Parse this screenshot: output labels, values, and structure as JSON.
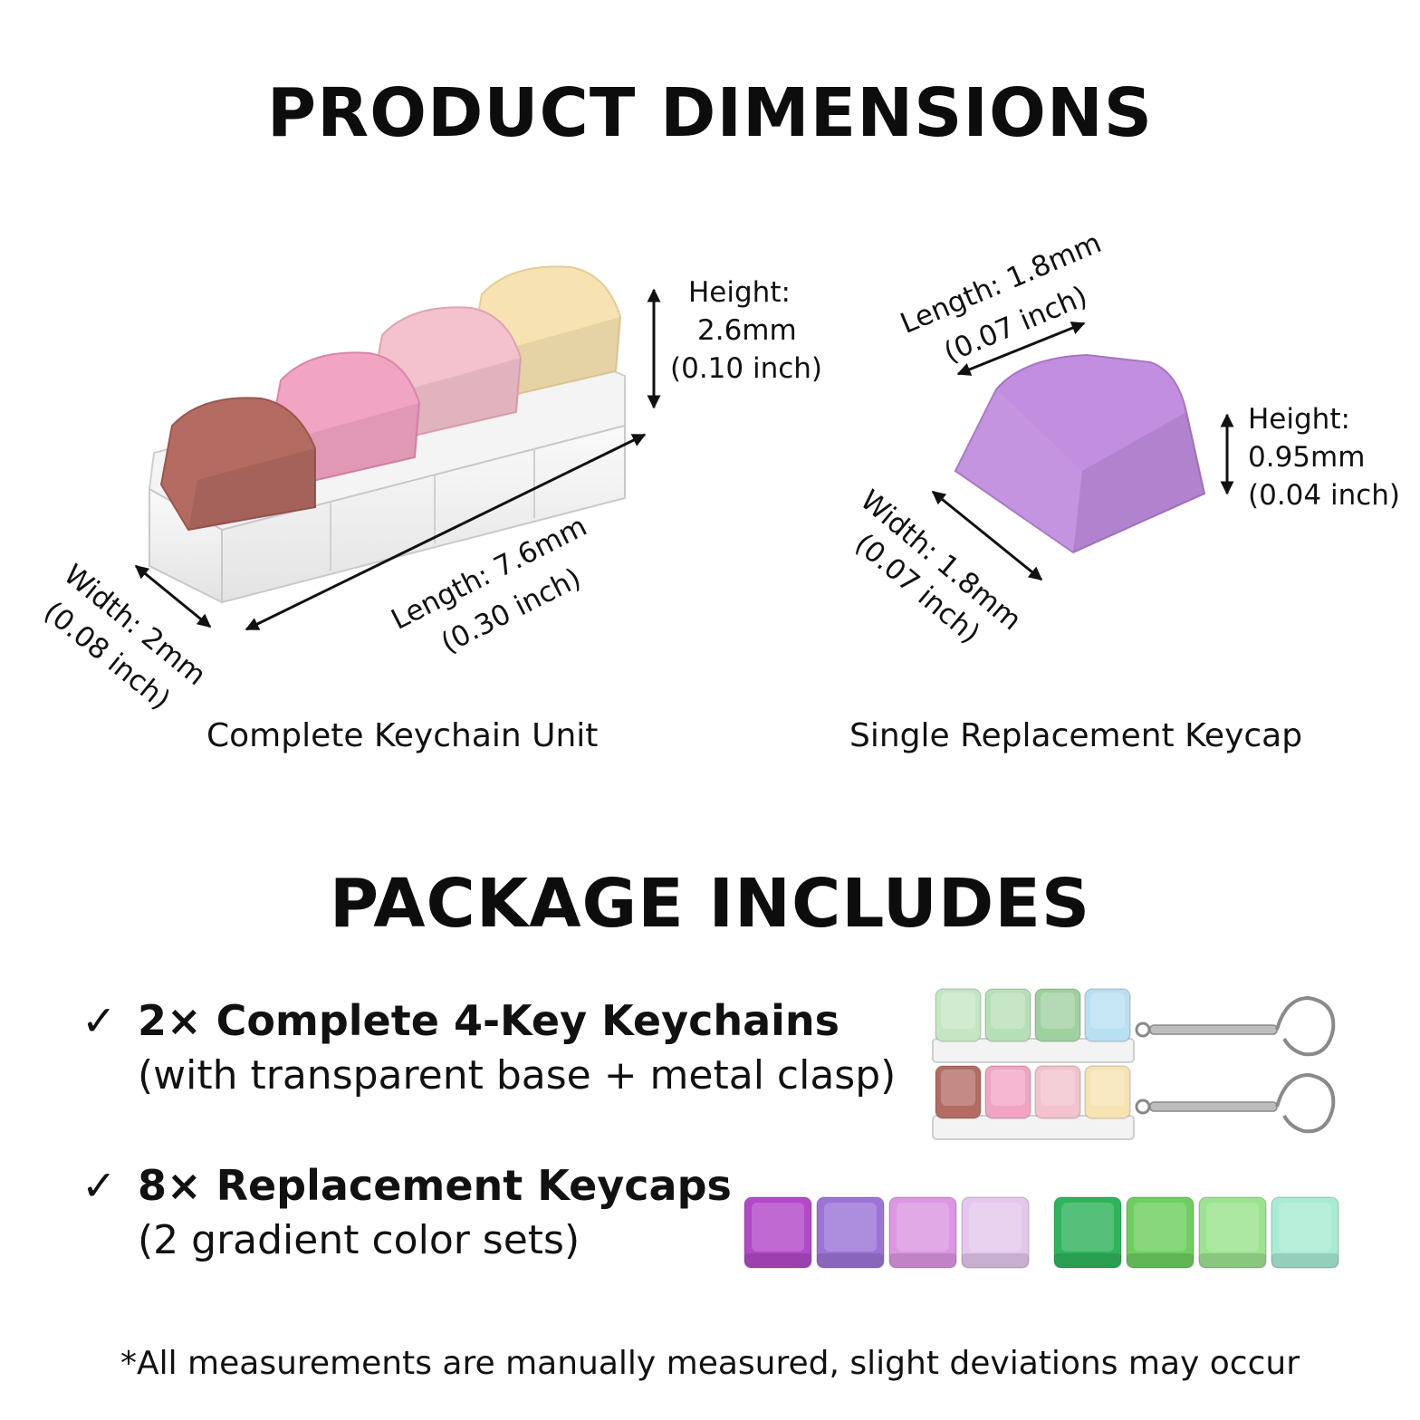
{
  "dimensions": {
    "title": "PRODUCT DIMENSIONS",
    "keychain": {
      "height_label": "Height:",
      "height_mm": "2.6mm",
      "height_inch": "(0.10 inch)",
      "length_mm": "Length: 7.6mm",
      "length_inch": "(0.30 inch)",
      "width_mm": "Width: 2mm",
      "width_inch": "(0.08 inch)",
      "caption": "Complete Keychain Unit",
      "key_colors": [
        "#b46b62",
        "#f2a4c3",
        "#f3c2cc",
        "#f7e3b2"
      ]
    },
    "keycap": {
      "length_mm": "Length: 1.8mm",
      "length_inch": "(0.07 inch)",
      "height_label": "Height:",
      "height_mm": "0.95mm",
      "height_inch": "(0.04 inch)",
      "width_mm": "Width: 1.8mm",
      "width_inch": "(0.07 inch)",
      "caption": "Single Replacement Keycap",
      "color": "#c18ee0"
    }
  },
  "package": {
    "title": "PACKAGE INCLUDES",
    "check_glyph": "✓",
    "items": [
      {
        "title": "2× Complete 4-Key Keychains",
        "detail": "(with transparent base + metal clasp)"
      },
      {
        "title": "8× Replacement Keycaps",
        "detail": "(2 gradient color sets)"
      }
    ],
    "keychain_sets": [
      [
        "#c5e6c3",
        "#b6dfb6",
        "#9fd0a0",
        "#b8dff2"
      ],
      [
        "#b46b62",
        "#f2a4c3",
        "#f3c2cc",
        "#f7e3b2"
      ]
    ],
    "replacement_keycaps": [
      "#b249c9",
      "#9c74d6",
      "#dc96e2",
      "#e3c8ec",
      "#2fb35c",
      "#6ecf60",
      "#9be38f",
      "#a8ecd4"
    ]
  },
  "footnote": "*All measurements are manually measured, slight deviations may occur"
}
